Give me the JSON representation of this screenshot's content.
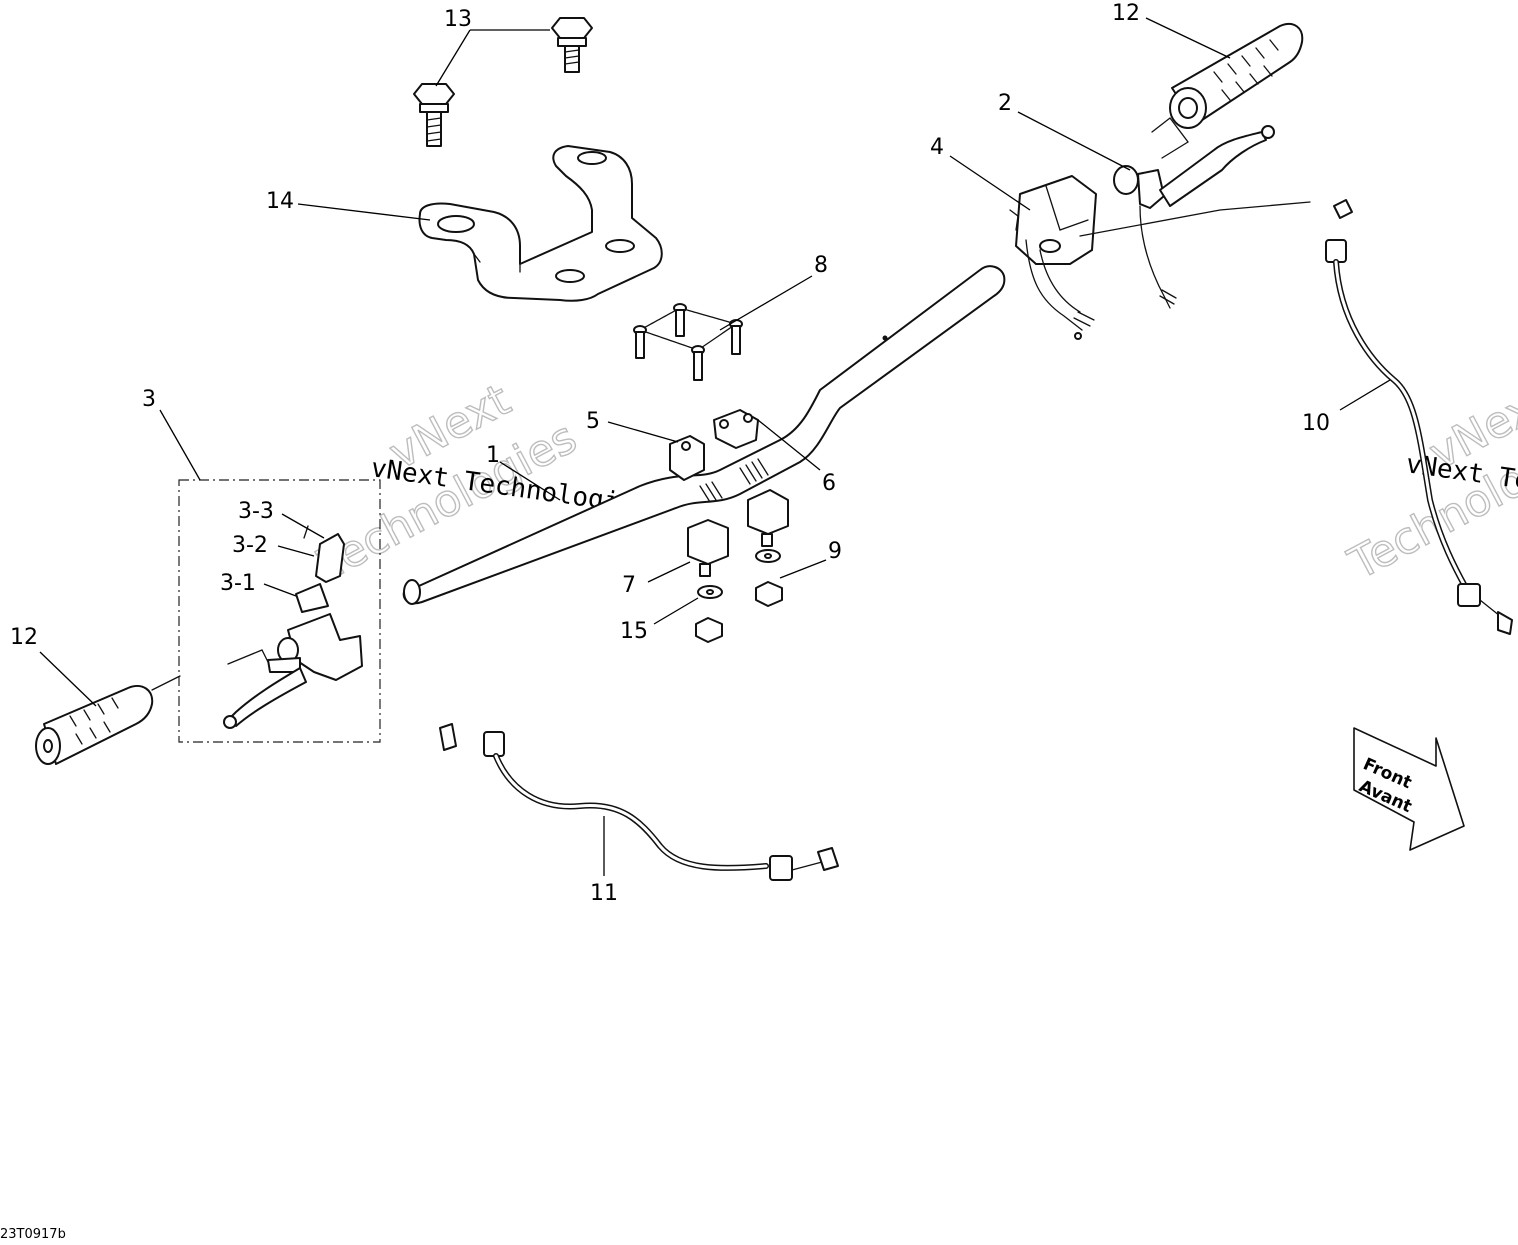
{
  "diagram": {
    "callouts": [
      {
        "id": "c13",
        "text": "13"
      },
      {
        "id": "c12a",
        "text": "12"
      },
      {
        "id": "c2",
        "text": "2"
      },
      {
        "id": "c4",
        "text": "4"
      },
      {
        "id": "c14",
        "text": "14"
      },
      {
        "id": "c8",
        "text": "8"
      },
      {
        "id": "c3",
        "text": "3"
      },
      {
        "id": "c5",
        "text": "5"
      },
      {
        "id": "c1",
        "text": "1"
      },
      {
        "id": "c6",
        "text": "6"
      },
      {
        "id": "c10",
        "text": "10"
      },
      {
        "id": "c33",
        "text": "3-3"
      },
      {
        "id": "c32",
        "text": "3-2"
      },
      {
        "id": "c31",
        "text": "3-1"
      },
      {
        "id": "c7",
        "text": "7"
      },
      {
        "id": "c9",
        "text": "9"
      },
      {
        "id": "c15",
        "text": "15"
      },
      {
        "id": "c12b",
        "text": "12"
      },
      {
        "id": "c11",
        "text": "11"
      }
    ],
    "direction_arrow": {
      "line1": "Front",
      "line2": "Avant"
    },
    "reference_code": "23T0917b"
  },
  "watermark": {
    "company": "vNext",
    "company_suffix": "Technologies",
    "full": "vNext Technologies"
  }
}
